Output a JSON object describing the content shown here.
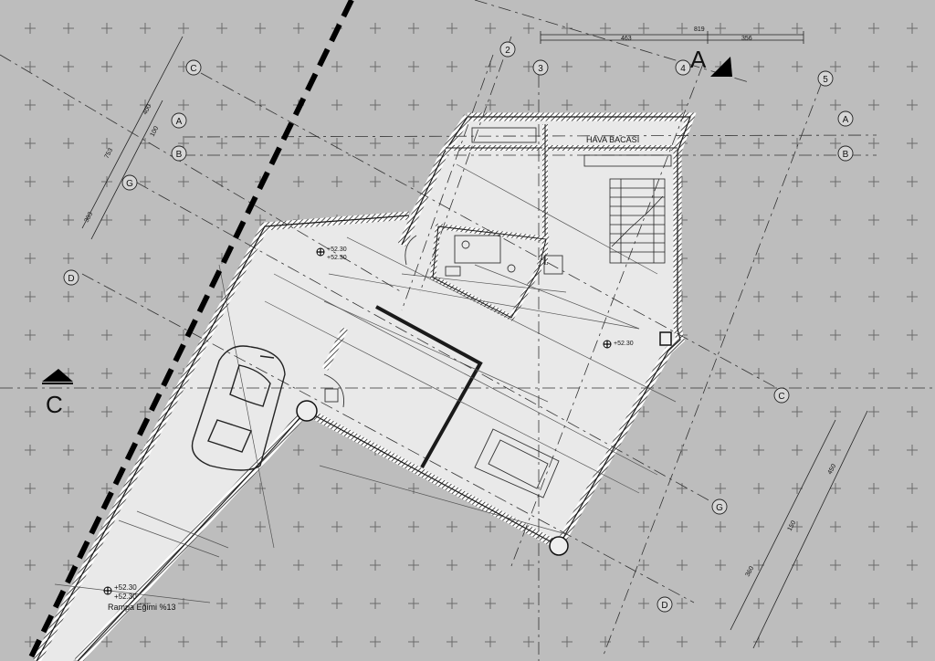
{
  "section_markers": {
    "a": {
      "label": "A"
    },
    "c": {
      "label": "C"
    }
  },
  "grid_bubbles": {
    "b2": "2",
    "b3": "3",
    "b4": "4",
    "b5": "5",
    "c_top": "C",
    "a_left": "A",
    "b_left": "B",
    "g_left": "G",
    "d_left": "D",
    "a_right": "A",
    "b_right": "B",
    "c_right": "C",
    "g_right": "G",
    "d_bottom": "D"
  },
  "dimensions": {
    "top_total": "819",
    "top_left": "463",
    "top_right": "356",
    "left_1": "400",
    "left_2": "100",
    "left_3": "753",
    "left_4": "303",
    "right_1": "450",
    "right_2": "150",
    "right_3": "360"
  },
  "labels": {
    "hava_bacasi": "HAVA BACASI",
    "rampa": "Rampa Eğimi %13"
  },
  "elevations": {
    "e1_top": "+52.30",
    "e1_bot": "+52.30",
    "e2": "+52.30",
    "e3_top": "+52.30",
    "e3_bot": "+52.30"
  },
  "colors": {
    "background": "#bdbdbd",
    "line": "#1a1a1a",
    "hatch": "#333333",
    "floor": "#e9e9e9",
    "grid_cross": "#6a6a6a"
  }
}
